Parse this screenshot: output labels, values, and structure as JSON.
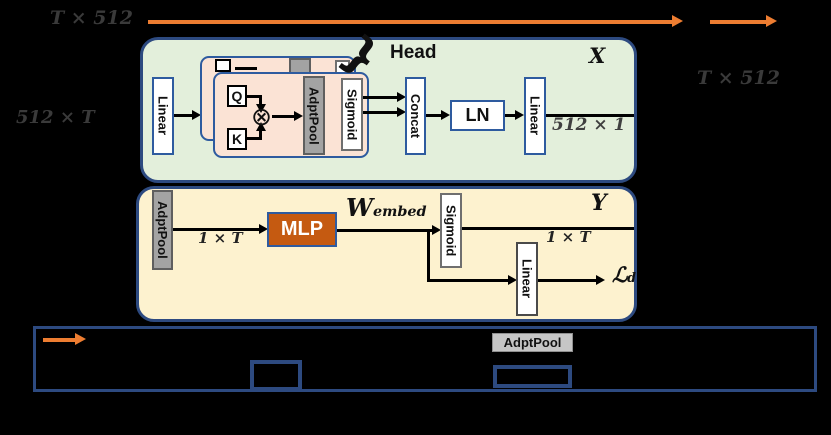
{
  "figure": {
    "dims": {
      "top_left": "T × 512",
      "side_left": "512 × T",
      "right": "T × 512"
    },
    "green": {
      "title": "X",
      "linear_in": "Linear",
      "q": "Q",
      "k": "K",
      "otimes": "⊗",
      "adptpool": "AdptPool",
      "sigmoid": "Sigmoid",
      "head_label": "Head",
      "brace_glyph": "}",
      "concat": "Concat",
      "ln": "LN",
      "linear_out": "Linear",
      "out_dim": "512 × 1"
    },
    "yellow": {
      "title": "Y",
      "adptpool": "AdptPool",
      "in_dim": "1 × T",
      "mlp": "MLP",
      "w_label": "W",
      "w_sub": "embed",
      "sigmoid": "Sigmoid",
      "out_dim": "1 × T",
      "linear": "Linear",
      "loss": "ℒ",
      "loss_sub": "d"
    },
    "legend": {
      "adptpool": "AdptPool"
    },
    "colors": {
      "orange": "#ed7d31",
      "navy": "#2d4a80",
      "block_blue": "#2e5b9f",
      "green_fill": "#e3efdb",
      "pink_fill": "#fbe3d5",
      "yellow_fill": "#fdf2cf",
      "pool_gray": "#a3a3a3",
      "mlp_orange": "#c55a11",
      "dim_text": "#3a3a3a"
    }
  }
}
